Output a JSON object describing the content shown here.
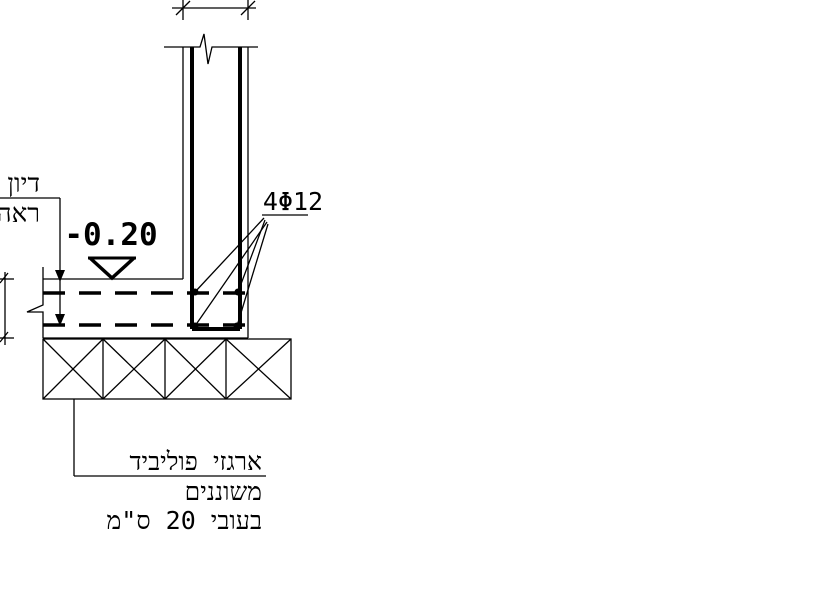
{
  "drawing": {
    "left_label_top": "דיון",
    "left_label_bottom": "ראה",
    "level_value": "-0.20",
    "rebar_label": "4Φ12",
    "insulation_label_line1": "ארגזי פוליביד",
    "insulation_label_line2": "משוננים",
    "insulation_label_line3": "בעובי 20 ס\"מ"
  }
}
